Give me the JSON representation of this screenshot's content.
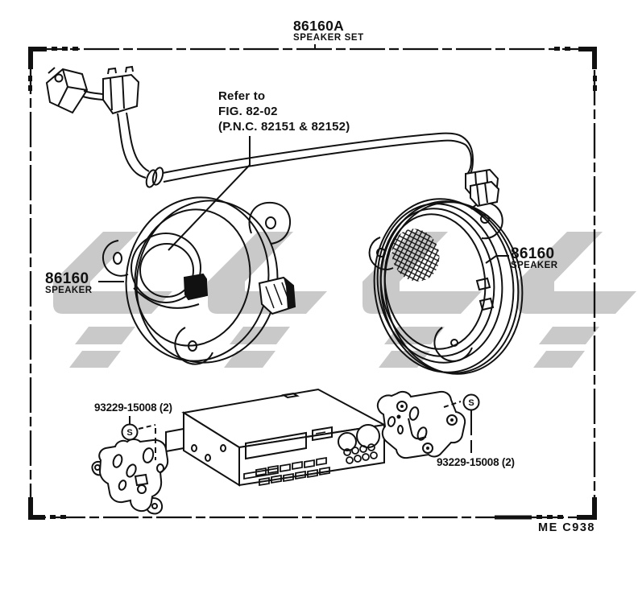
{
  "diagram": {
    "figure_title": {
      "part_no": "86160A",
      "name": "SPEAKER SET"
    },
    "reference_note": {
      "line1": "Refer to",
      "line2": "FIG. 82-02",
      "line3": "(P.N.C. 82151 & 82152)"
    },
    "labels": {
      "left_speaker": {
        "part_no": "86160",
        "name": "SPEAKER"
      },
      "right_speaker": {
        "part_no": "86160",
        "name": "SPEAKER"
      },
      "left_fastener": {
        "part_no": "93229-15008 (2)",
        "symbol": "S"
      },
      "right_fastener": {
        "part_no": "93229-15008 (2)",
        "symbol": "S"
      }
    },
    "footer_code": "ME C938",
    "colors": {
      "line": "#111111",
      "watermark": "#c9c9c9",
      "background": "#ffffff"
    }
  }
}
